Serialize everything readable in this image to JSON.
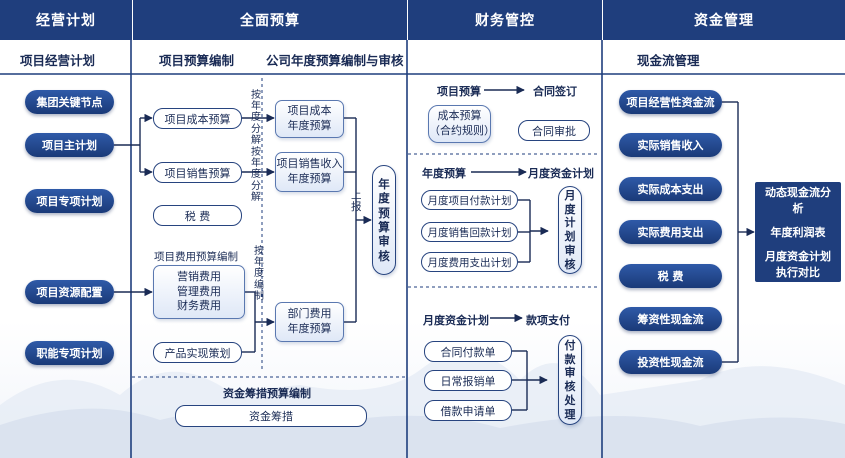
{
  "headers": {
    "plan": "经营计划",
    "budget": "全面预算",
    "finance": "财务管控",
    "capital": "资金管理"
  },
  "subheaders": {
    "project_plan": "项目经营计划",
    "project_budget": "项目预算编制",
    "annual_budget": "公司年度预算编制与审核",
    "cash_flow": "现金流管理"
  },
  "plan_items": [
    "集团关键节点",
    "项目主计划",
    "项目专项计划",
    "项目资源配置",
    "职能专项计划"
  ],
  "budget": {
    "cost_budget": "项目成本预算",
    "sales_budget": "项目销售预算",
    "tax": "税 费",
    "expense_label": "项目费用预算编制",
    "expense_lines": [
      "营销费用",
      "管理费用",
      "财务费用"
    ],
    "product_plan": "产品实现策划",
    "annual_cost": [
      "项目成本",
      "年度预算"
    ],
    "annual_sales": [
      "项目销售收入",
      "年度预算"
    ],
    "dept_budget": [
      "部门费用",
      "年度预算"
    ],
    "split_text_1": [
      "按",
      "年",
      "度",
      "分",
      "解"
    ],
    "split_text_2": [
      "按",
      "年",
      "度",
      "分",
      "解"
    ],
    "split_text_3": [
      "按",
      "年",
      "度",
      "编",
      "制"
    ],
    "report_text": [
      "上",
      "报"
    ],
    "annual_review": [
      "年",
      "度",
      "预",
      "算",
      "审",
      "核"
    ],
    "funding_label": "资金筹措预算编制",
    "funding": "资金筹措"
  },
  "finance": {
    "budget_label": "项目预算",
    "contract_label": "合同签订",
    "cost_budget_contract": [
      "成本预算",
      "（合约规则）"
    ],
    "contract_approval": "合同审批",
    "annual_label": "年度预算",
    "monthly_plan_label": "月度资金计划",
    "monthly_items": [
      "月度项目付款计划",
      "月度销售回款计划",
      "月度费用支出计划"
    ],
    "monthly_review": [
      "月",
      "度",
      "计",
      "划",
      "审",
      "核"
    ],
    "fund_plan_label": "月度资金计划",
    "payment_label": "款项支付",
    "payment_items": [
      "合同付款单",
      "日常报销单",
      "借款申请单"
    ],
    "payment_review": [
      "付",
      "款",
      "审",
      "核",
      "处",
      "理"
    ]
  },
  "capital": {
    "items": [
      "项目经营性资金流",
      "实际销售收入",
      "实际成本支出",
      "实际费用支出",
      "税 费",
      "筹资性现金流",
      "投资性现金流"
    ],
    "results": [
      "动态现金流分析",
      "年度利润表",
      "月度资金计划执行对比"
    ]
  }
}
